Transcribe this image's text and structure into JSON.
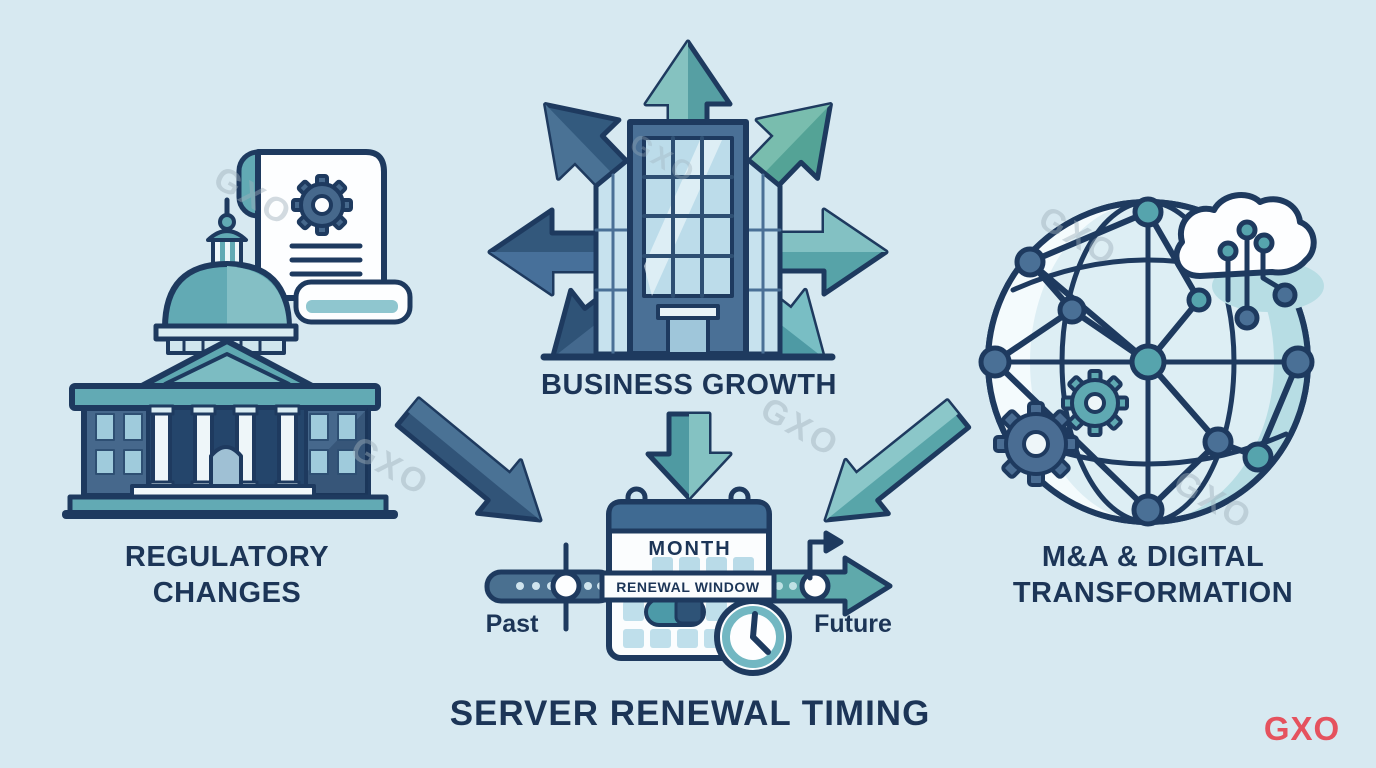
{
  "title": {
    "text": "SERVER RENEWAL TIMING"
  },
  "brand": {
    "text": "GXO",
    "color": "#e5525e"
  },
  "watermark": {
    "text": "GXO"
  },
  "factors": {
    "regulatory": {
      "label": "REGULATORY CHANGES",
      "lines": [
        "REGULATORY",
        "CHANGES"
      ],
      "icon": "capitol-building-with-scroll-icon"
    },
    "growth": {
      "label": "BUSINESS GROWTH",
      "icon": "office-building-expansion-arrows-icon"
    },
    "ma_digital": {
      "label": "M&A & DIGITAL TRANSFORMATION",
      "lines": [
        "M&A & DIGITAL",
        "TRANSFORMATION"
      ],
      "icon": "globe-network-cloud-gears-icon"
    }
  },
  "calendar": {
    "header": "MONTH",
    "band": "RENEWAL WINDOW",
    "icon": "calendar-icon",
    "clock_icon": "clock-icon"
  },
  "timeline": {
    "past_label": "Past",
    "future_label": "Future",
    "flag_icon": "milestone-flag-icon"
  },
  "colors": {
    "background": "#d7e9f1",
    "navy_outline": "#1e3a5f",
    "text_navy": "#1c3557",
    "steel_blue": "#46688c",
    "teal": "#5aa5ac",
    "light_blue": "#bcdce9",
    "brand_red": "#e5525e",
    "watermark_gray": "#9fb0bb"
  }
}
